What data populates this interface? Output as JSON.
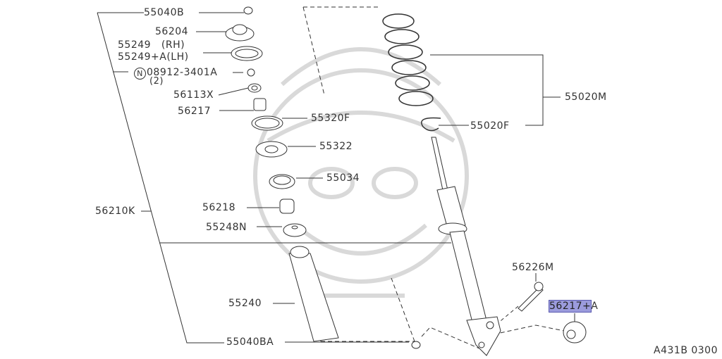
{
  "diagram": {
    "title_code": "A431B 0300",
    "highlight_color": "#9b9bdc",
    "parts": [
      {
        "id": "55040B",
        "label": "55040B"
      },
      {
        "id": "56204",
        "label": "56204"
      },
      {
        "id": "55249-rh",
        "label": "55249   (RH)"
      },
      {
        "id": "55249a-lh",
        "label": "55249+A(LH)"
      },
      {
        "id": "08912-3401A",
        "symbol": "N",
        "label": "08912-3401A",
        "qty": "(2)"
      },
      {
        "id": "56113X",
        "label": "56113X"
      },
      {
        "id": "56217",
        "label": "56217"
      },
      {
        "id": "55320F",
        "label": "55320F"
      },
      {
        "id": "55322",
        "label": "55322"
      },
      {
        "id": "55034",
        "label": "55034"
      },
      {
        "id": "56218",
        "label": "56218"
      },
      {
        "id": "56210K",
        "label": "56210K"
      },
      {
        "id": "55248N",
        "label": "55248N"
      },
      {
        "id": "55240",
        "label": "55240"
      },
      {
        "id": "55040BA",
        "label": "55040BA"
      },
      {
        "id": "55020M",
        "label": "55020M"
      },
      {
        "id": "55020F",
        "label": "55020F"
      },
      {
        "id": "56226M",
        "label": "56226M"
      },
      {
        "id": "56217a",
        "label_highlight": "56217+",
        "label_suffix": "A",
        "selected": true
      }
    ]
  }
}
